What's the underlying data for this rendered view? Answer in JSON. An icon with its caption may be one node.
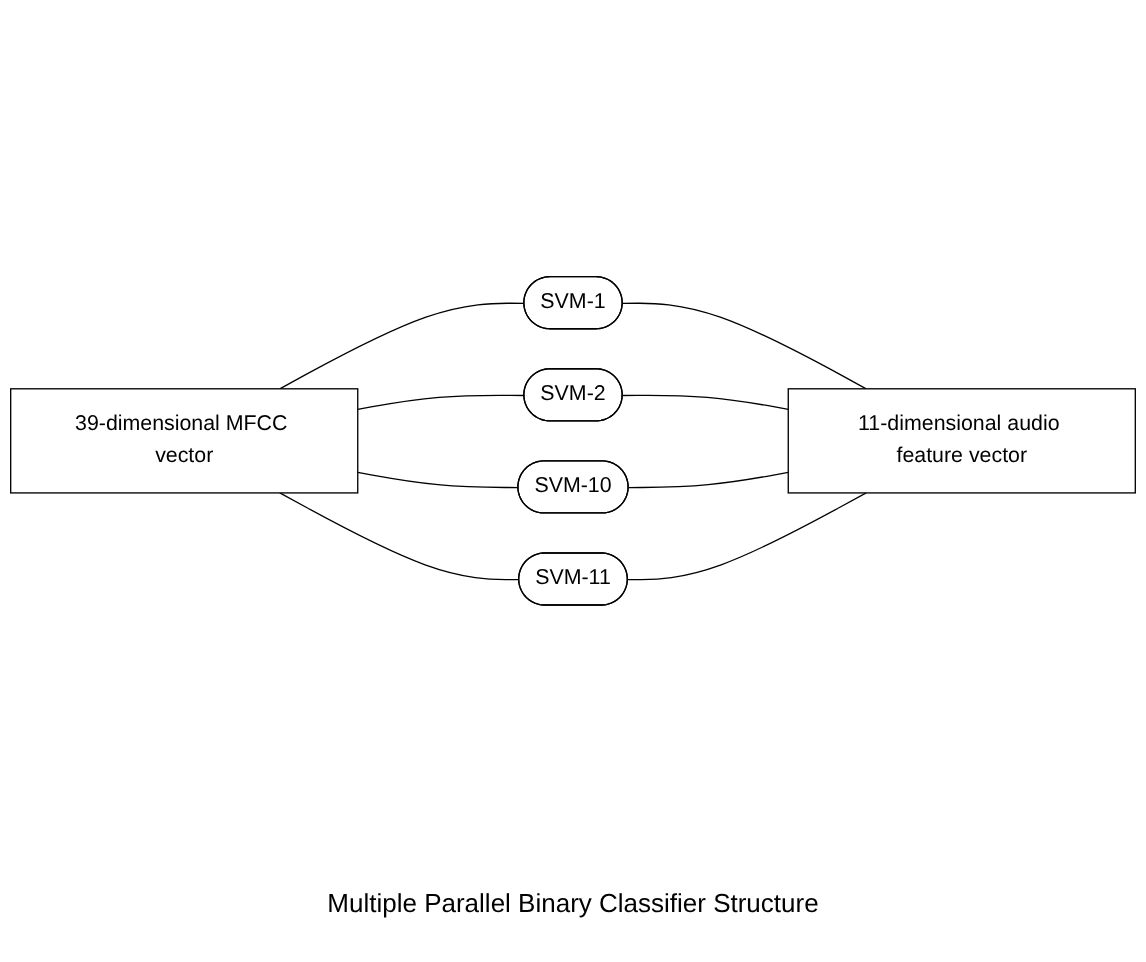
{
  "diagram": {
    "caption": "Multiple Parallel Binary Classifier Structure",
    "nodes": [
      {
        "text": [
          "39-dimensional MFCC vector"
        ]
      },
      {
        "text": [
          "SVM-1"
        ]
      },
      {
        "text": [
          "SVM-2"
        ]
      },
      {
        "text": [
          "SVM-10"
        ]
      },
      {
        "text": [
          "SVM-11"
        ]
      },
      {
        "text": [
          "11-dimensional audio feature vector"
        ]
      }
    ],
    "edges": [
      {
        "from": 0,
        "to": 1,
        "arrow": "none"
      },
      {
        "from": 0,
        "to": 2,
        "arrow": "none"
      },
      {
        "from": 0,
        "to": 3,
        "arrow": "none"
      },
      {
        "from": 0,
        "to": 4,
        "arrow": "none"
      },
      {
        "from": 1,
        "to": 5,
        "arrow": "none"
      },
      {
        "from": 2,
        "to": 5,
        "arrow": "none"
      },
      {
        "from": 3,
        "to": 5,
        "arrow": "none"
      },
      {
        "from": 4,
        "to": 5,
        "arrow": "none"
      }
    ]
  }
}
